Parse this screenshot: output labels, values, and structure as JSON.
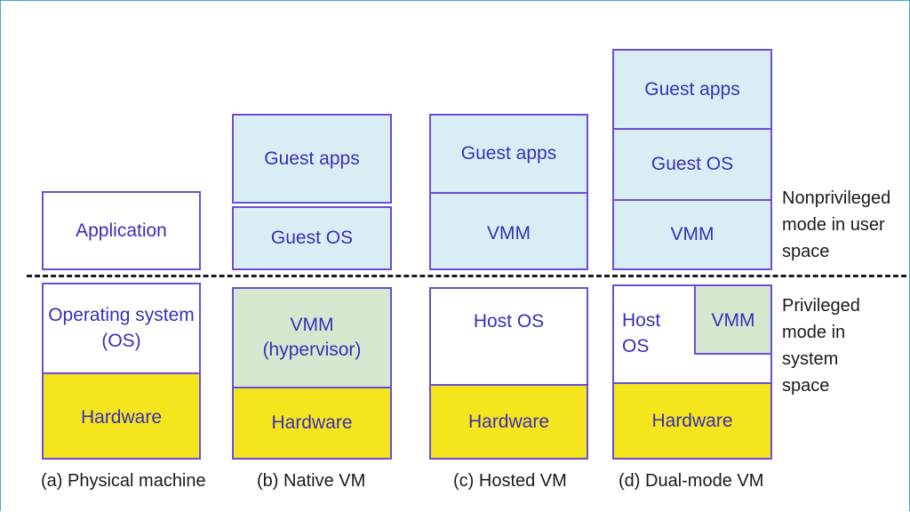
{
  "columns": {
    "a": {
      "caption": "(a) Physical machine",
      "application": "Application",
      "os": "Operating system\n(OS)",
      "hardware": "Hardware"
    },
    "b": {
      "caption": "(b) Native VM",
      "guest_apps": "Guest apps",
      "guest_os": "Guest OS",
      "vmm": "VMM\n(hypervisor)",
      "hardware": "Hardware"
    },
    "c": {
      "caption": "(c) Hosted VM",
      "guest_apps": "Guest apps",
      "vmm": "VMM",
      "host_os": "Host OS",
      "hardware": "Hardware"
    },
    "d": {
      "caption": "(d) Dual-mode VM",
      "guest_apps": "Guest apps",
      "guest_os": "Guest OS",
      "vmm_user": "VMM",
      "host_os": "Host\nOS",
      "vmm_privileged": "VMM",
      "hardware": "Hardware"
    }
  },
  "side_labels": {
    "nonprivileged": "Nonprivileged\nmode in user\nspace",
    "privileged": "Privileged\nmode in\nsystem\nspace"
  },
  "colors": {
    "border": "#6a4fd6",
    "guest_layer": "#d9eef4",
    "vmm_layer": "#d5e8cf",
    "hardware_layer": "#f4e51c"
  }
}
